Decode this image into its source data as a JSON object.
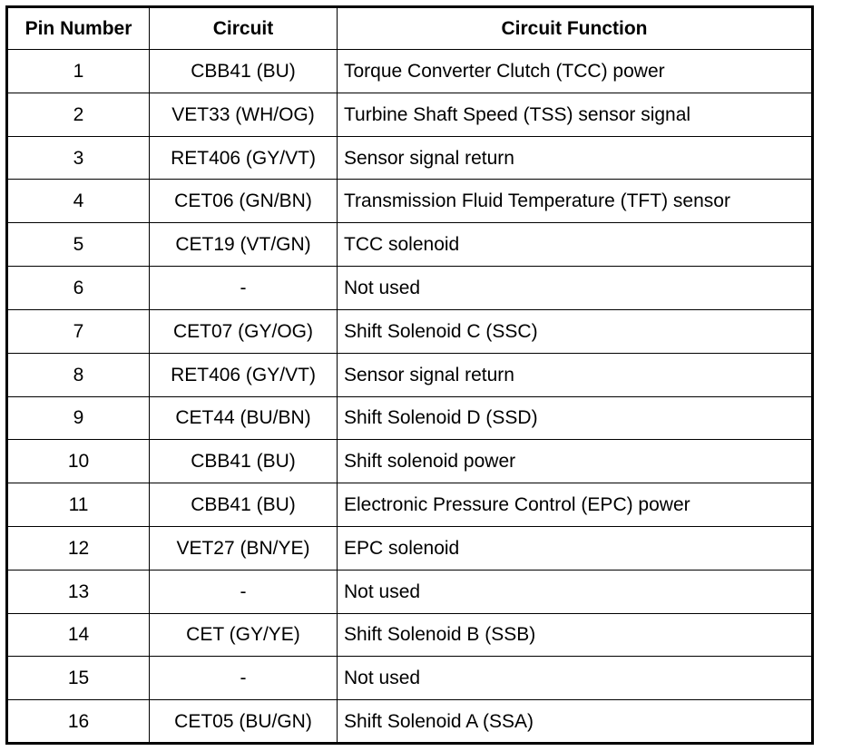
{
  "table": {
    "headers": [
      "Pin Number",
      "Circuit",
      "Circuit Function"
    ],
    "rows": [
      [
        "1",
        "CBB41 (BU)",
        "Torque Converter Clutch (TCC) power"
      ],
      [
        "2",
        "VET33 (WH/OG)",
        "Turbine Shaft Speed (TSS) sensor signal"
      ],
      [
        "3",
        "RET406 (GY/VT)",
        "Sensor signal return"
      ],
      [
        "4",
        "CET06 (GN/BN)",
        "Transmission Fluid Temperature (TFT) sensor"
      ],
      [
        "5",
        "CET19 (VT/GN)",
        "TCC solenoid"
      ],
      [
        "6",
        "-",
        "Not used"
      ],
      [
        "7",
        "CET07 (GY/OG)",
        "Shift Solenoid C (SSC)"
      ],
      [
        "8",
        "RET406 (GY/VT)",
        "Sensor signal return"
      ],
      [
        "9",
        "CET44 (BU/BN)",
        "Shift Solenoid D (SSD)"
      ],
      [
        "10",
        "CBB41 (BU)",
        "Shift solenoid power"
      ],
      [
        "11",
        "CBB41 (BU)",
        "Electronic Pressure Control (EPC) power"
      ],
      [
        "12",
        "VET27 (BN/YE)",
        "EPC solenoid"
      ],
      [
        "13",
        "-",
        "Not used"
      ],
      [
        "14",
        "CET (GY/YE)",
        "Shift Solenoid B (SSB)"
      ],
      [
        "15",
        "-",
        "Not used"
      ],
      [
        "16",
        "CET05 (BU/GN)",
        "Shift Solenoid A (SSA)"
      ]
    ]
  }
}
